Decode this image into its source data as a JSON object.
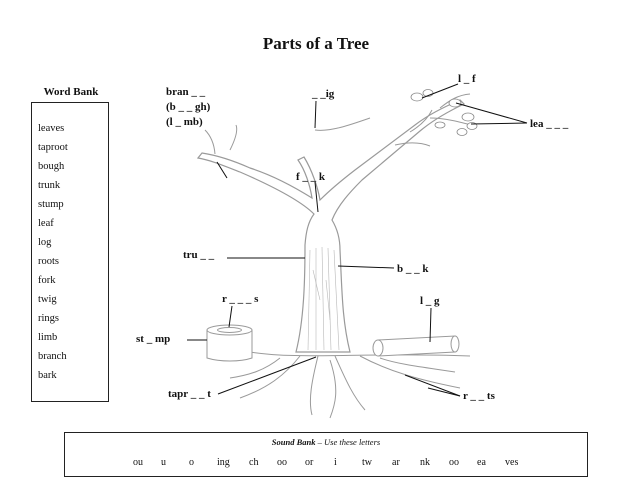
{
  "title": "Parts of a Tree",
  "word_bank": {
    "title": "Word Bank",
    "words": [
      "leaves",
      "taproot",
      "bough",
      "trunk",
      "stump",
      "leaf",
      "log",
      "roots",
      "fork",
      "twig",
      "rings",
      "limb",
      "branch",
      "bark"
    ]
  },
  "labels": {
    "branch": "bran _ _",
    "bough": "(b _ _ gh)",
    "limb": "(l _ mb)",
    "twig": "_ _ig",
    "leaf": "l _ f",
    "leaves": "lea _ _ _",
    "fork": "f _ _ k",
    "trunk": "tru _ _",
    "bark": "b _ _ k",
    "rings": "r _ _ _ s",
    "log": "l _ g",
    "stump": "st _ mp",
    "taproot": "tapr _ _ t",
    "roots": "r _ _ ts"
  },
  "sound_bank": {
    "title_bold": "Sound Bank",
    "title_rest": " – Use these letters",
    "letters": [
      "ou",
      "u",
      "o",
      "ing",
      "ch",
      "oo",
      "or",
      "i",
      "tw",
      "ar",
      "nk",
      "oo",
      "ea",
      "ves"
    ]
  }
}
